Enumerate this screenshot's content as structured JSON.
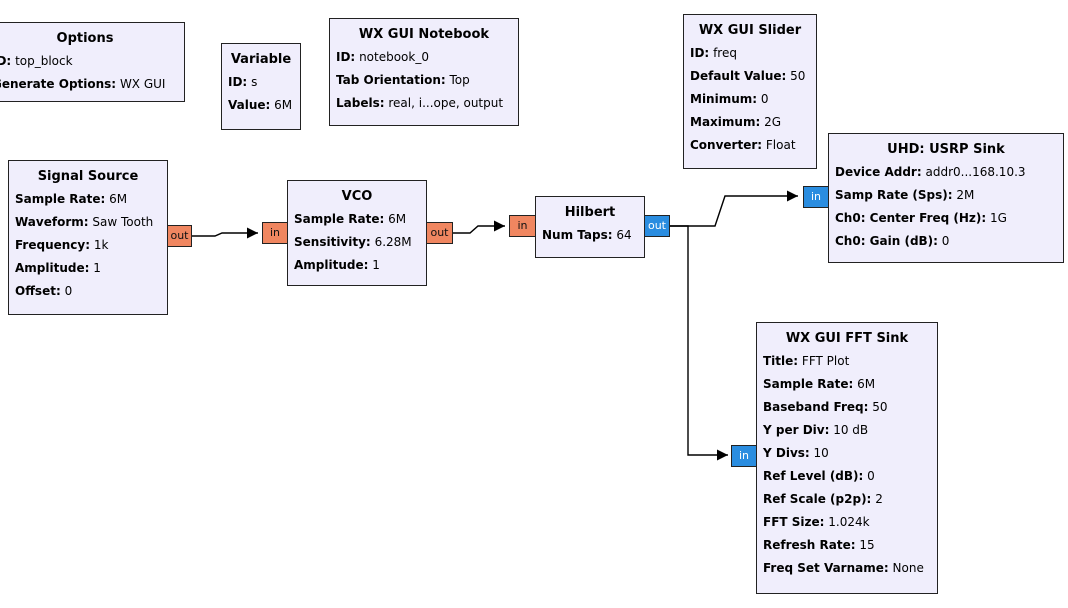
{
  "blocks": {
    "options": {
      "title": "Options",
      "params": [
        {
          "key": "ID:",
          "value": "top_block"
        },
        {
          "key": "Generate Options:",
          "value": "WX GUI"
        }
      ]
    },
    "variable": {
      "title": "Variable",
      "params": [
        {
          "key": "ID:",
          "value": "s"
        },
        {
          "key": "Value:",
          "value": "6M"
        }
      ]
    },
    "notebook": {
      "title": "WX GUI Notebook",
      "params": [
        {
          "key": "ID:",
          "value": "notebook_0"
        },
        {
          "key": "Tab Orientation:",
          "value": "Top"
        },
        {
          "key": "Labels:",
          "value": "real, i...ope, output"
        }
      ]
    },
    "slider": {
      "title": "WX GUI Slider",
      "params": [
        {
          "key": "ID:",
          "value": "freq"
        },
        {
          "key": "Default Value:",
          "value": "50"
        },
        {
          "key": "Minimum:",
          "value": "0"
        },
        {
          "key": "Maximum:",
          "value": "2G"
        },
        {
          "key": "Converter:",
          "value": "Float"
        }
      ]
    },
    "signal_source": {
      "title": "Signal Source",
      "params": [
        {
          "key": "Sample Rate:",
          "value": "6M"
        },
        {
          "key": "Waveform:",
          "value": "Saw Tooth"
        },
        {
          "key": "Frequency:",
          "value": "1k"
        },
        {
          "key": "Amplitude:",
          "value": "1"
        },
        {
          "key": "Offset:",
          "value": "0"
        }
      ]
    },
    "vco": {
      "title": "VCO",
      "params": [
        {
          "key": "Sample Rate:",
          "value": "6M"
        },
        {
          "key": "Sensitivity:",
          "value": "6.28M"
        },
        {
          "key": "Amplitude:",
          "value": "1"
        }
      ]
    },
    "hilbert": {
      "title": "Hilbert",
      "params": [
        {
          "key": "Num Taps:",
          "value": "64"
        }
      ]
    },
    "usrp_sink": {
      "title": "UHD: USRP Sink",
      "params": [
        {
          "key": "Device Addr:",
          "value": "addr0...168.10.3"
        },
        {
          "key": "Samp Rate (Sps):",
          "value": "2M"
        },
        {
          "key": "Ch0: Center Freq (Hz):",
          "value": "1G"
        },
        {
          "key": "Ch0: Gain (dB):",
          "value": "0"
        }
      ]
    },
    "fft_sink": {
      "title": "WX GUI FFT Sink",
      "params": [
        {
          "key": "Title:",
          "value": "FFT Plot"
        },
        {
          "key": "Sample Rate:",
          "value": "6M"
        },
        {
          "key": "Baseband Freq:",
          "value": "50"
        },
        {
          "key": "Y per Div:",
          "value": "10 dB"
        },
        {
          "key": "Y Divs:",
          "value": "10"
        },
        {
          "key": "Ref Level (dB):",
          "value": "0"
        },
        {
          "key": "Ref Scale (p2p):",
          "value": "2"
        },
        {
          "key": "FFT Size:",
          "value": "1.024k"
        },
        {
          "key": "Refresh Rate:",
          "value": "15"
        },
        {
          "key": "Freq Set Varname:",
          "value": "None"
        }
      ]
    }
  },
  "ports": {
    "out": "out",
    "in": "in"
  },
  "colors": {
    "float_port": "#f08660",
    "complex_port": "#2a8de0",
    "block_fill": "#f0eefc"
  }
}
